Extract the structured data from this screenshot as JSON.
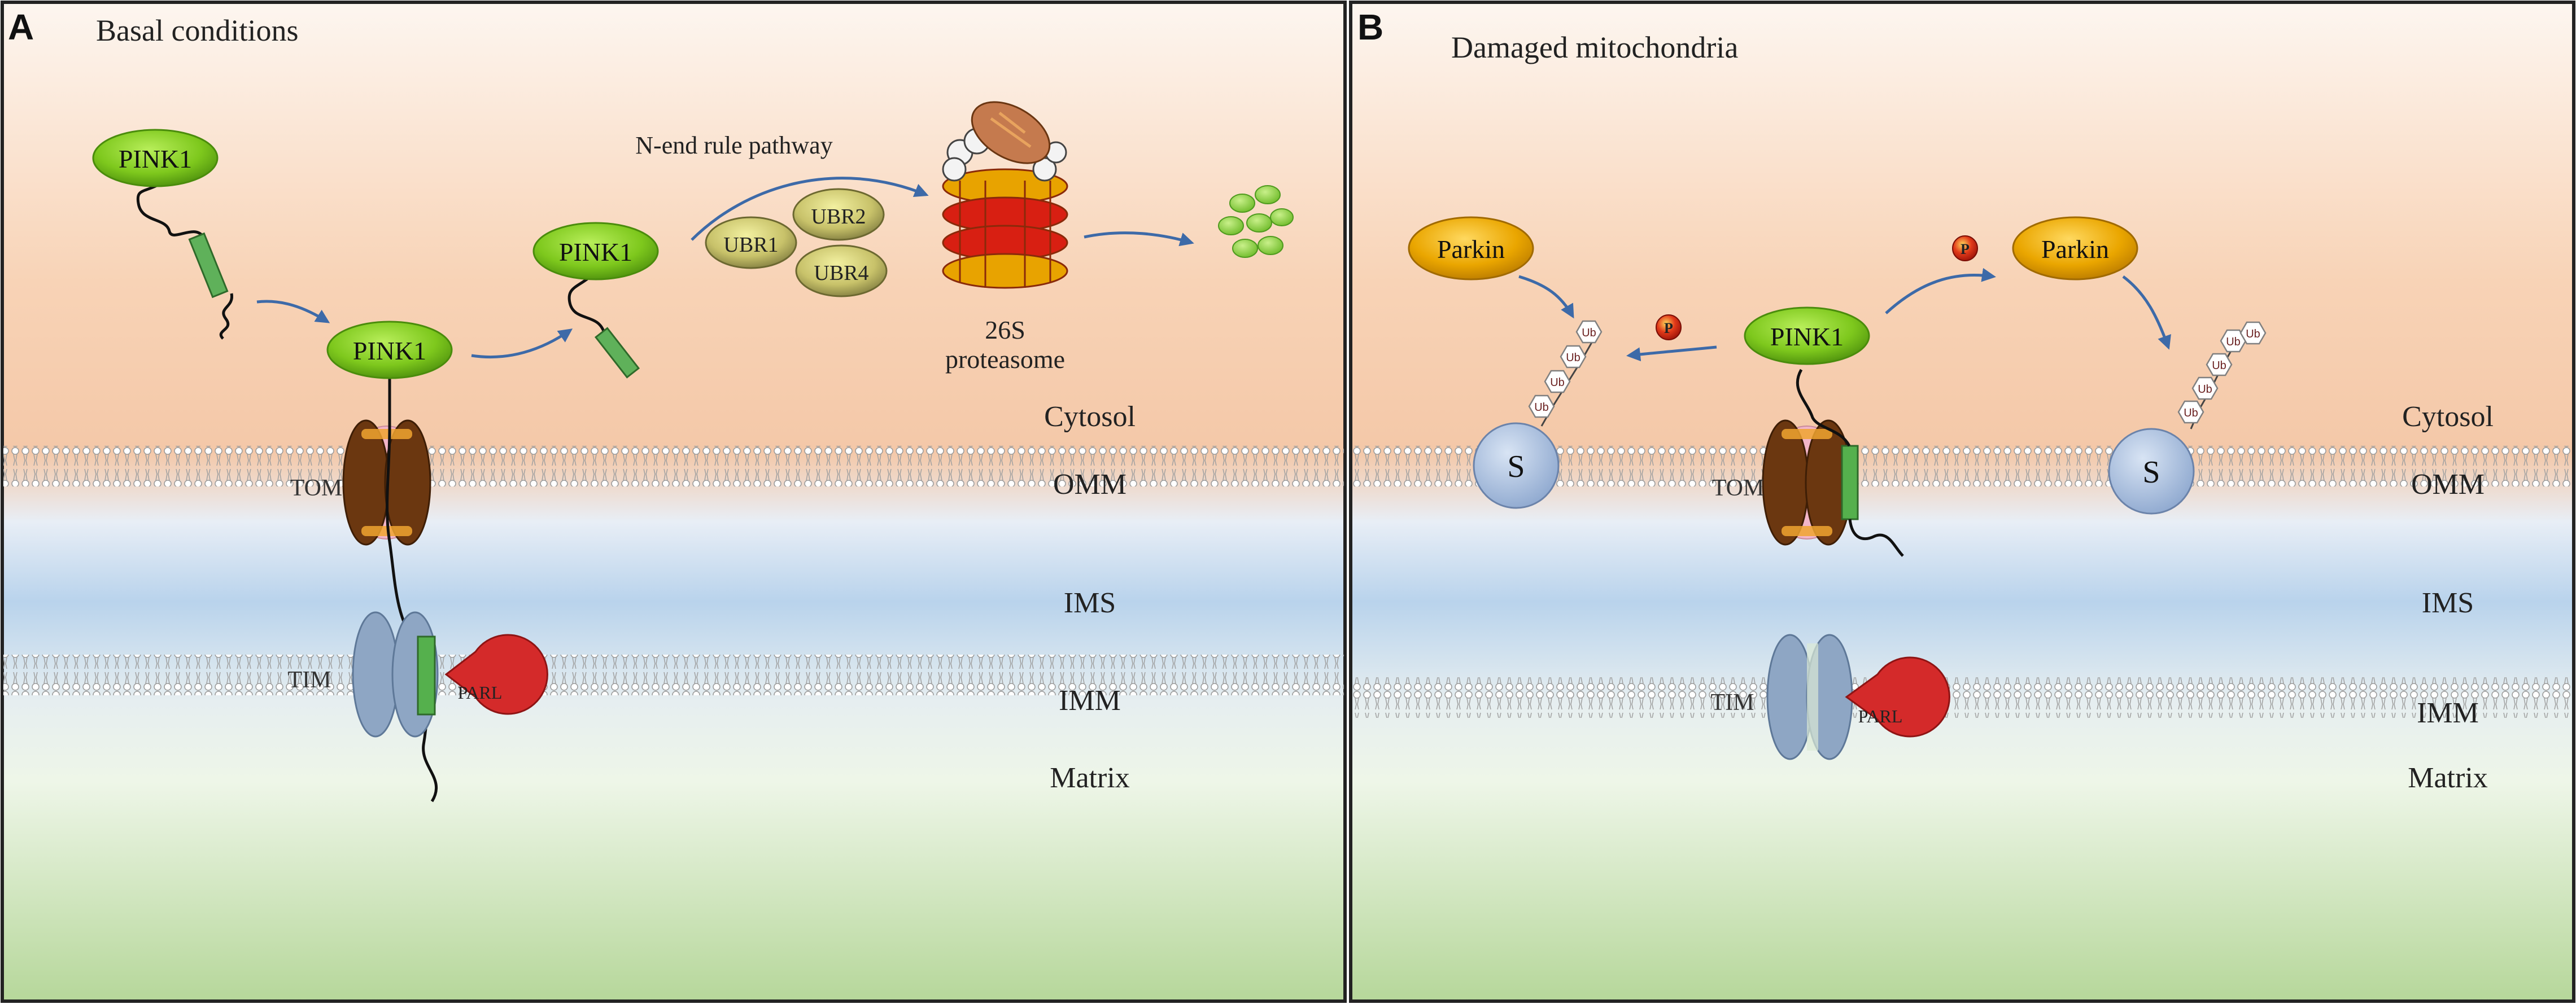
{
  "panel_a": {
    "letter": "A",
    "title": "Basal conditions",
    "pink1_labels": [
      "PINK1",
      "PINK1",
      "PINK1"
    ],
    "pathway_label": "N-end rule pathway",
    "ubr_labels": [
      "UBR1",
      "UBR2",
      "UBR4"
    ],
    "proteasome_label_1": "26S",
    "proteasome_label_2": "proteasome",
    "tom_label": "TOM",
    "tim_label": "TIM",
    "parl_label": "PARL",
    "compartments": {
      "cytosol": "Cytosol",
      "omm": "OMM",
      "ims": "IMS",
      "imm": "IMM",
      "matrix": "Matrix"
    }
  },
  "panel_b": {
    "letter": "B",
    "title": "Damaged mitochondria",
    "parkin_labels": [
      "Parkin",
      "Parkin"
    ],
    "pink1_label": "PINK1",
    "p_label": "P",
    "ub_label": "Ub",
    "substrate_label": "S",
    "tom_label": "TOM",
    "tim_label": "TIM",
    "parl_label": "PARL",
    "compartments": {
      "cytosol": "Cytosol",
      "omm": "OMM",
      "ims": "IMS",
      "imm": "IMM",
      "matrix": "Matrix"
    }
  },
  "colors": {
    "cytosol_top": "#fdf4ee",
    "cytosol_bottom": "#f6c7a6",
    "ims": "#b8d2ea",
    "matrix_bottom": "#b5d69a",
    "pink1_green": "#7ec81d",
    "parkin_gold": "#e8a400",
    "tom_brown": "#6b3710",
    "tim_blue": "#8ea6c4",
    "parl_red": "#d42a2a",
    "arrow_blue": "#3d6aa8",
    "substrate_blue": "#9cb4d8"
  }
}
